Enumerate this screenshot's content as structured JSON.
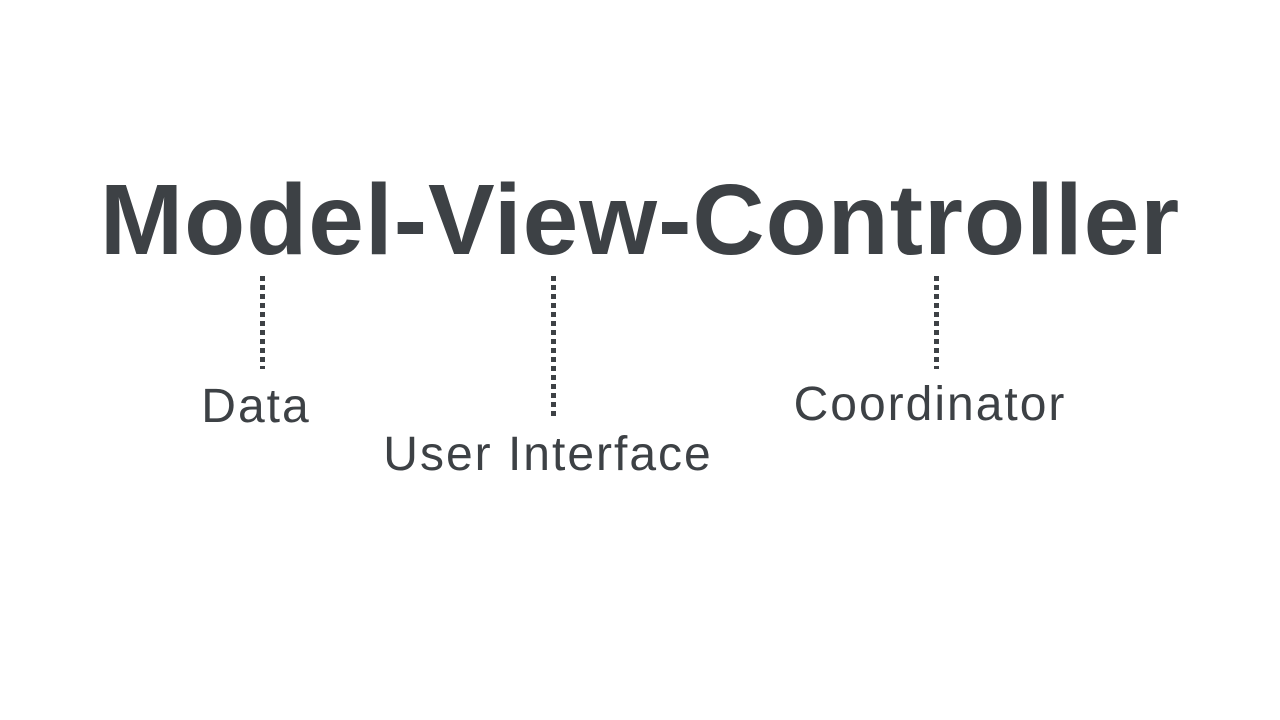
{
  "diagram": {
    "title": "Model-View-Controller",
    "background_color": "#ffffff",
    "text_color": "#3d4145",
    "connector_style": "vertical-dotted-line",
    "components": [
      {
        "part": "Model",
        "label": "Data"
      },
      {
        "part": "View",
        "label": "User Interface"
      },
      {
        "part": "Controller",
        "label": "Coordinator"
      }
    ]
  }
}
